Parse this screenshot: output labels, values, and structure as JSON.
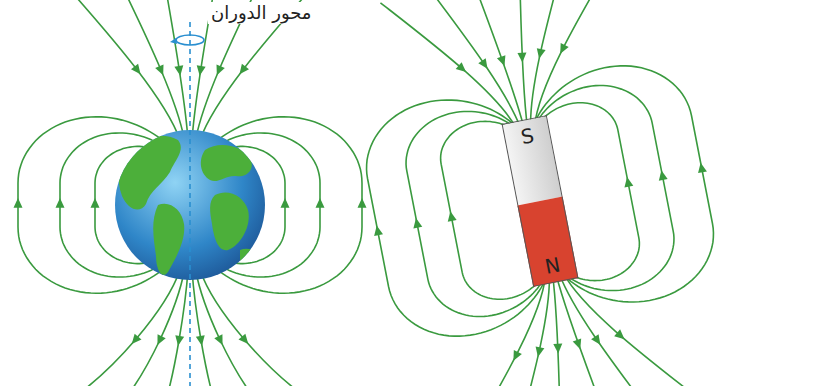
{
  "diagram": {
    "nodes": [
      {
        "text": [
          "S"
        ]
      },
      {
        "text": [
          "N"
        ]
      }
    ],
    "labels": [
      "محور الدوران"
    ]
  }
}
